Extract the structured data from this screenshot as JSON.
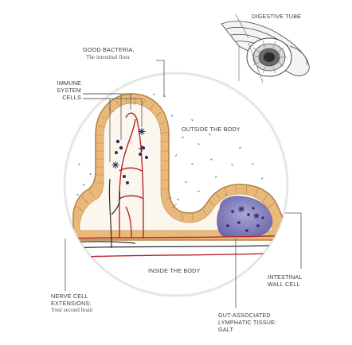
{
  "labels": {
    "digestive_tube": "DIGESTIVE TUBE",
    "good_bacteria_title": "GOOD BACTERIA,",
    "good_bacteria_sub": "The intestinal flora",
    "immune_line1": "IMMUNE",
    "immune_line2": "SYSTEM",
    "immune_line3": "CELLS",
    "outside": "OUTSIDE THE BODY",
    "inside": "INSIDE THE BODY",
    "intestinal_line1": "INTESTINAL",
    "intestinal_line2": "WALL CELL",
    "nerve_line1": "NERVE CELL",
    "nerve_line2": "EXTENSIONS:",
    "nerve_sub": "Your second brain",
    "galt_line1": "GUT-ASSOCIATED",
    "galt_line2": "LYMPHATIC TISSUE:",
    "galt_line3": "GALT"
  },
  "colors": {
    "wall_fill": "#e8b97a",
    "wall_stroke": "#b5803f",
    "bacteria": "#5ab8b4",
    "blood_vessel": "#b5262a",
    "nerve": "#2b2b2b",
    "galt": "#8a86c2",
    "immune_cell": "#2b2d5a",
    "circle": "#e6e6e6"
  }
}
